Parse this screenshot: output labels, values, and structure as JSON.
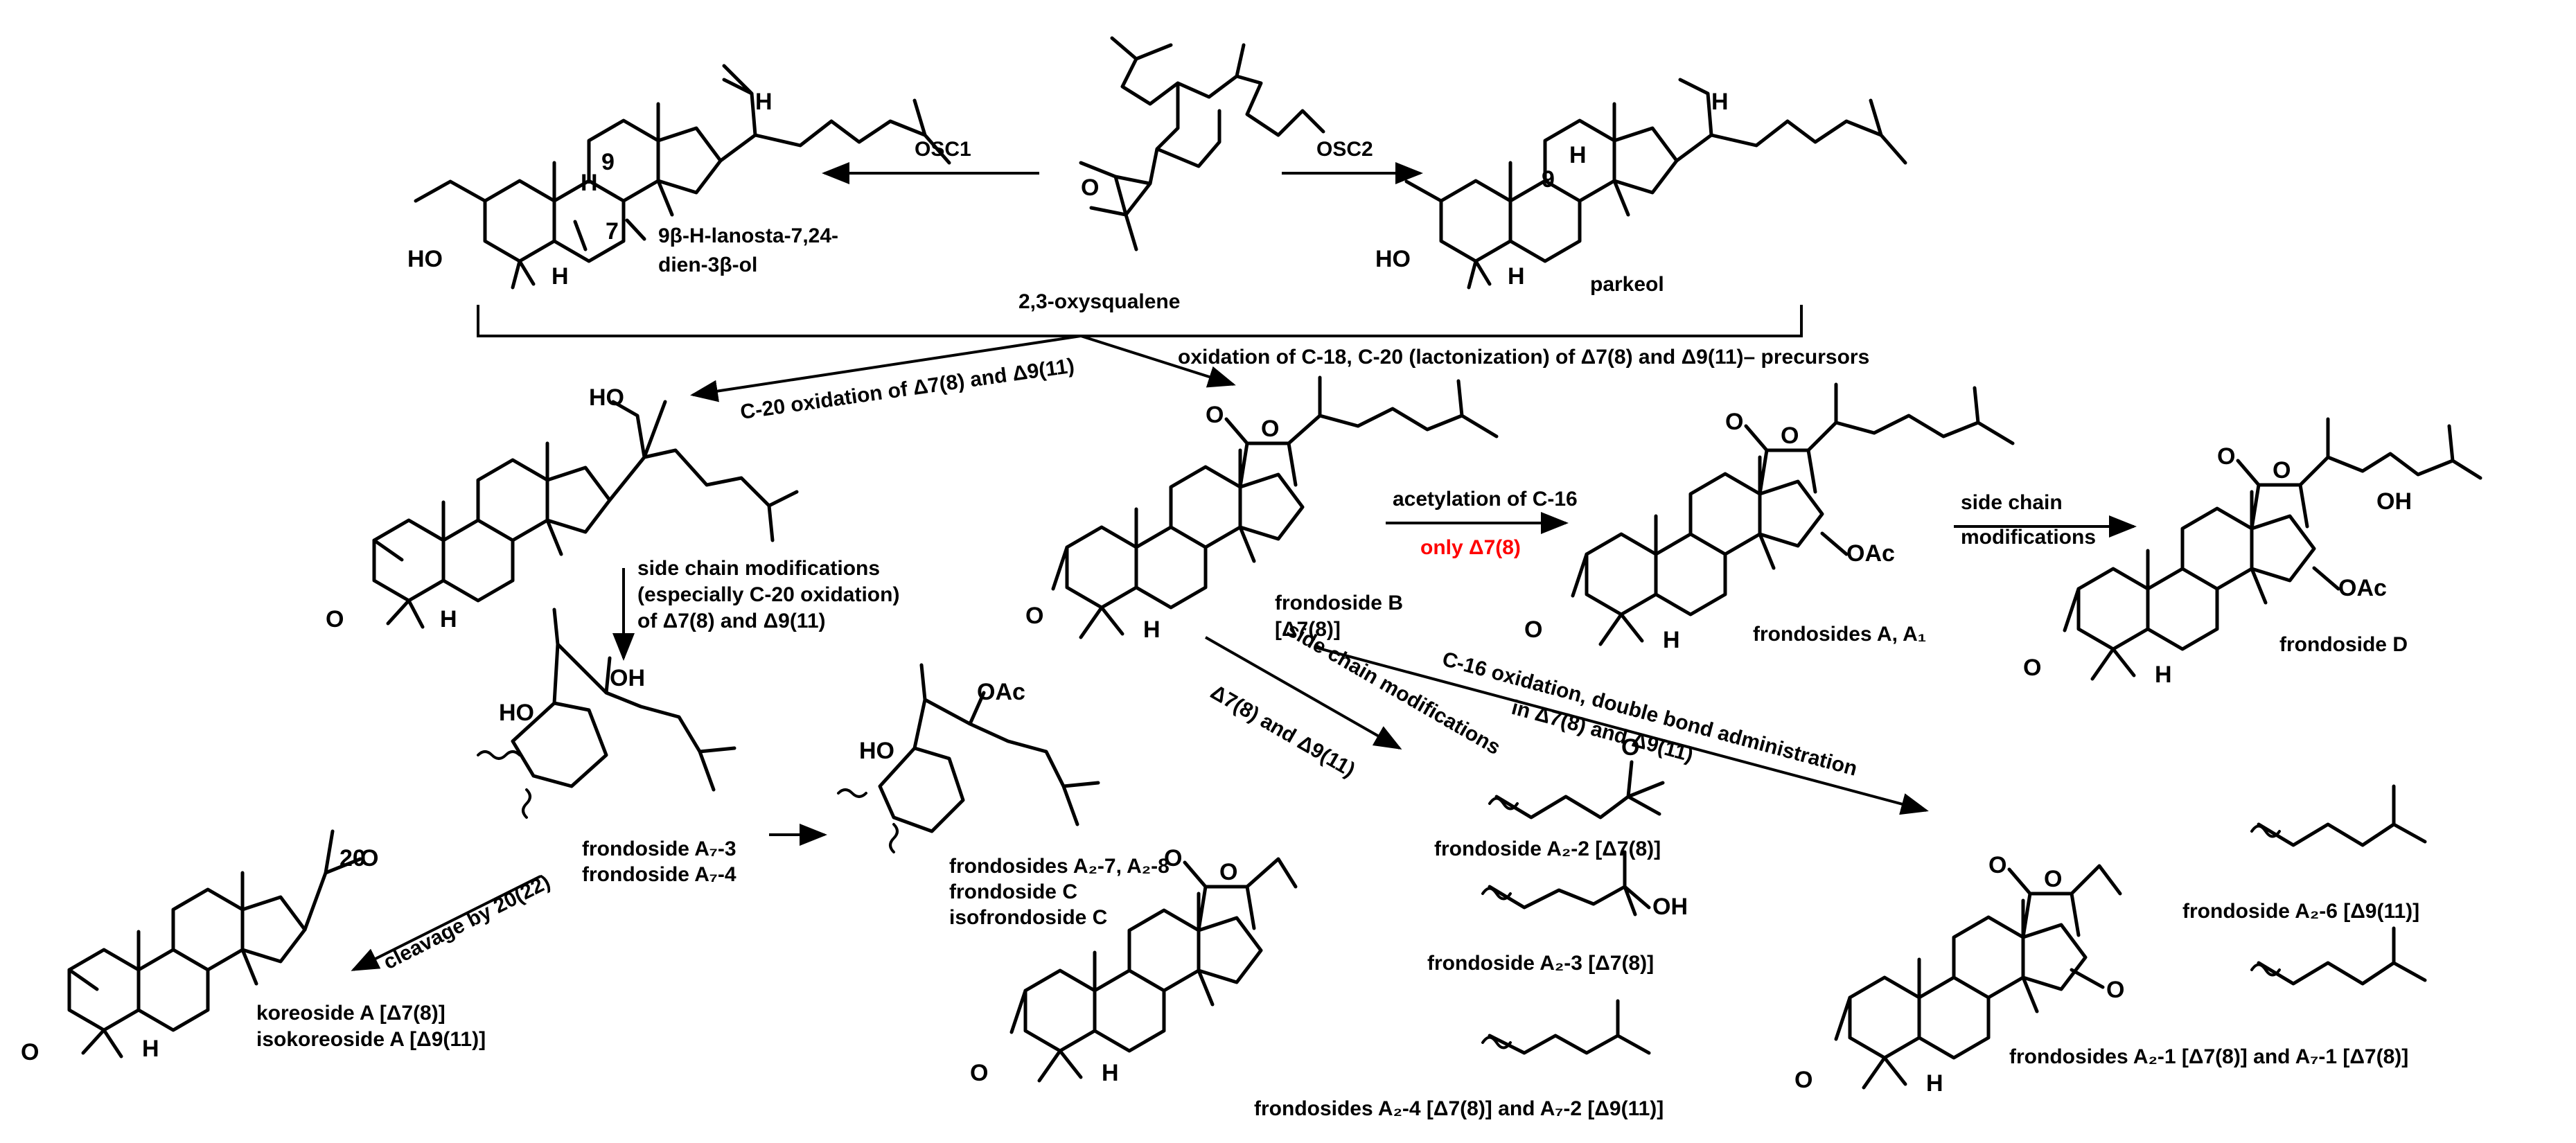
{
  "colors": {
    "text": "#000000",
    "highlight": "#ff0000",
    "background": "#ffffff"
  },
  "compounds": {
    "lanostadienol": [
      "9β-H-lanosta-7,24-",
      "dien-3β-ol"
    ],
    "oxysqualene": "2,3-oxysqualene",
    "parkeol": "parkeol",
    "frondoside_B": [
      "frondoside B",
      "[Δ7(8)]"
    ],
    "frondosides_A": "frondosides A, A₁",
    "frondoside_D": "frondoside D",
    "frondoside_A7": [
      "frondoside A₇-3",
      "frondoside A₇-4"
    ],
    "frondosides_A2_7": [
      "frondosides A₂-7, A₂-8",
      "frondoside C",
      "isofrondoside C"
    ],
    "koreoside": [
      "koreoside A [Δ7(8)]",
      "isokoreoside A [Δ9(11)]"
    ],
    "frondoside_A2_2": "frondoside A₂-2  [Δ7(8)]",
    "frondoside_A2_3": "frondoside A₂-3  [Δ7(8)]",
    "frondosides_A2_4": "frondosides A₂-4  [Δ7(8)] and A₇-2  [Δ9(11)]",
    "frondoside_A2_6": "frondoside A₂-6  [Δ9(11)]",
    "frondosides_A2_1": "frondosides A₂-1  [Δ7(8)] and A₇-1  [Δ7(8)]"
  },
  "arrows": {
    "osc1": "OSC1",
    "osc2": "OSC2",
    "oxidation_c18": "oxidation of C-18, C-20 (lactonization) of  Δ7(8) and Δ9(11)– precursors",
    "c20_oxidation": "C-20 oxidation of Δ7(8) and Δ9(11)",
    "side_chain_mod": [
      "side chain modifications",
      "(especially C-20 oxidation)",
      "of Δ7(8) and Δ9(11)"
    ],
    "acetylation": "acetylation of C-16",
    "only_d7": "only Δ7(8)",
    "side_chain_mod2": [
      "side chain",
      "modifications"
    ],
    "side_chain_mod3": "side chain modifications",
    "d7_d9": "Δ7(8) and Δ9(11)",
    "c16_oxidation": [
      "C-16 oxidation, double bond administration",
      "in Δ7(8) and Δ9(11)"
    ],
    "cleavage": "cleavage by 20(22)"
  },
  "atom_labels": {
    "HO": "HO",
    "OH": "OH",
    "H": "H",
    "O": "O",
    "OAc": "OAc",
    "n7": "7",
    "n9": "9",
    "n20": "20"
  }
}
